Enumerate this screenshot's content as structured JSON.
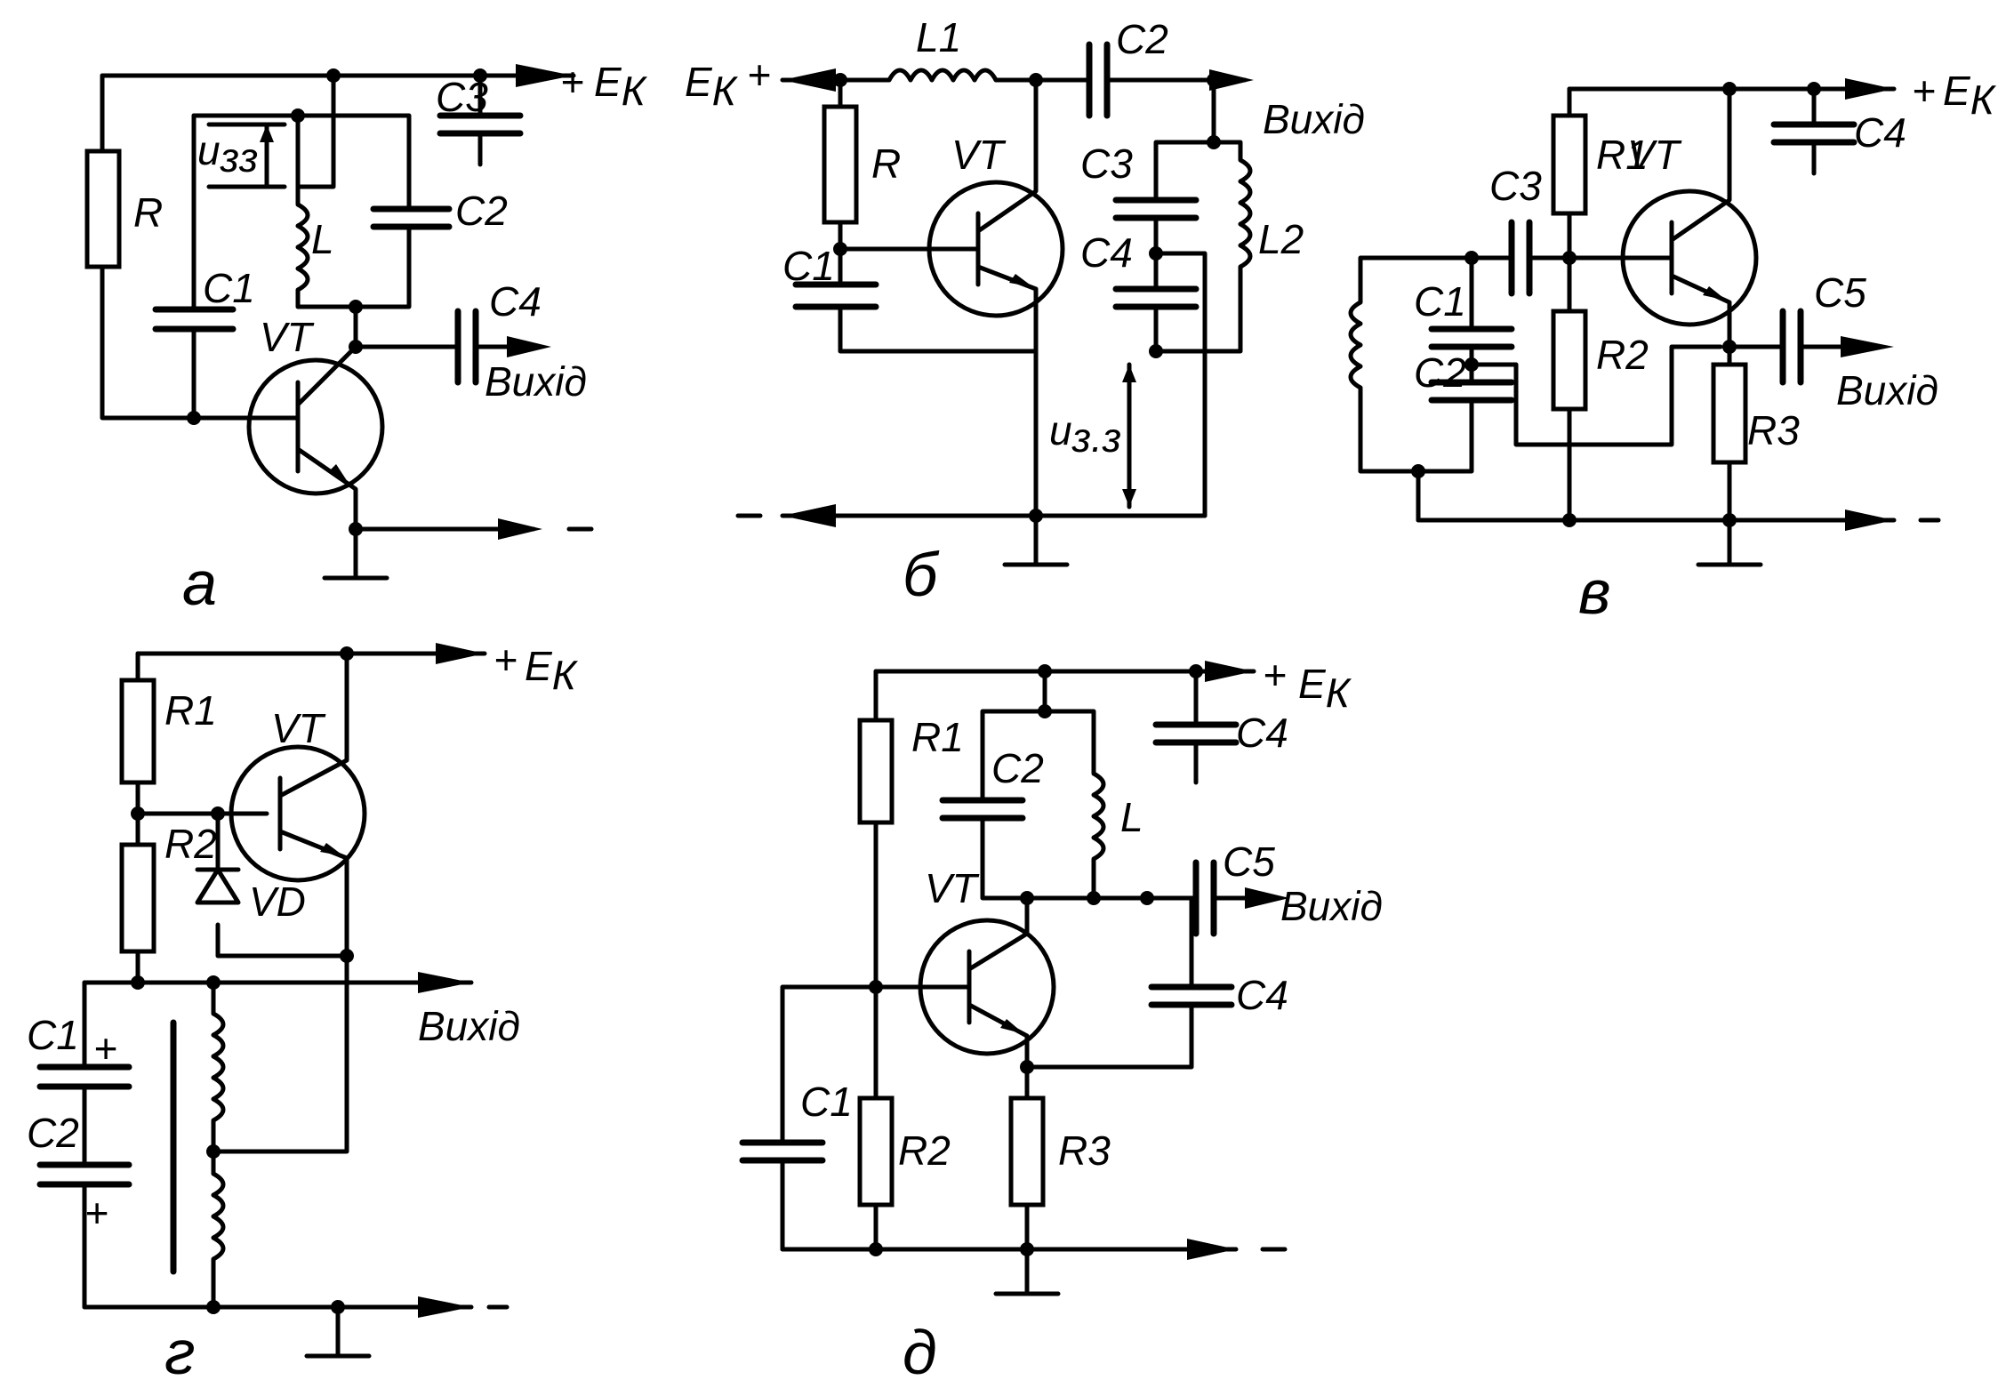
{
  "labels": {
    "ek": "E",
    "ek_sub": "К",
    "plus": "+",
    "minus": "-",
    "output": "Вихід",
    "r": "R",
    "r1": "R1",
    "r2": "R2",
    "r3": "R3",
    "c1": "C1",
    "c2": "C2",
    "c3": "C3",
    "c4": "C4",
    "c5": "C5",
    "l": "L",
    "l1": "L1",
    "l2": "L2",
    "vt": "VT",
    "vd": "VD",
    "u_fb": "u",
    "u_fb_sub_a": "зз",
    "u_fb_sub_b": "з.з"
  },
  "panels": {
    "a": "а",
    "b": "б",
    "v": "в",
    "g": "г",
    "d": "д"
  }
}
